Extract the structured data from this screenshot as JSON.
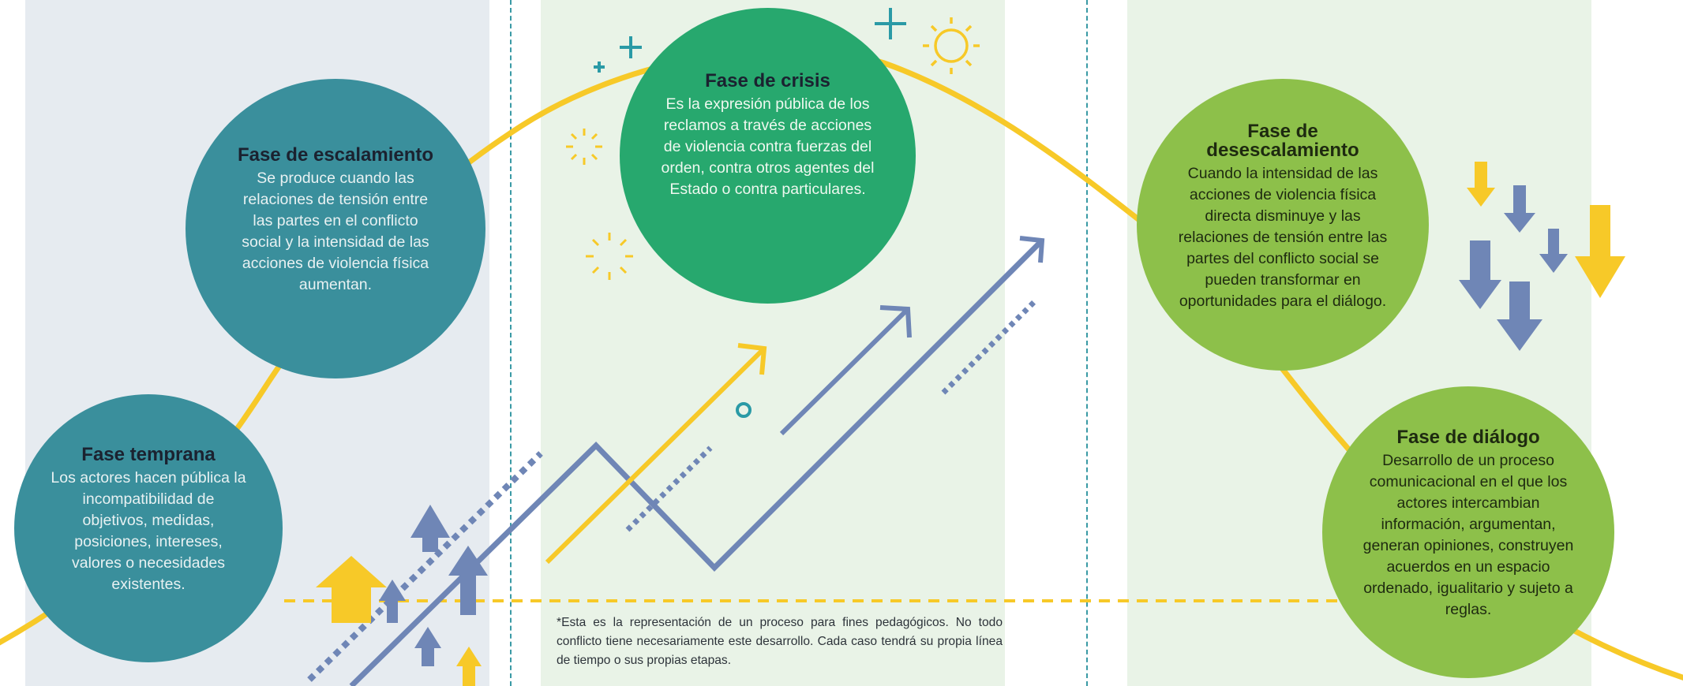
{
  "phases": {
    "temprana": {
      "title": "Fase temprana",
      "body": "Los actores hacen pública la incompatibilidad de objetivos, medidas, posiciones, intereses, valores o necesidades existentes."
    },
    "escalamiento": {
      "title": "Fase de escalamiento",
      "body": "Se produce cuando las relaciones de tensión entre las partes en el conflicto social y la intensidad de las acciones de violencia física aumentan."
    },
    "crisis": {
      "title": "Fase de crisis",
      "body": "Es la expresión pública de los reclamos a través de acciones de violencia contra fuerzas del orden, contra otros agentes del Estado o contra particulares."
    },
    "desescalamiento": {
      "title": "Fase de desescalamiento",
      "body": "Cuando la intensidad de las acciones de violencia física directa disminuye y las relaciones de tensión entre las partes del conflicto social se pueden transformar en oportunidades para el diálogo."
    },
    "dialogo": {
      "title": "Fase de diálogo",
      "body": "Desarrollo de un proceso comunicacional en el que los actores intercambian información, argumentan, generan opiniones, construyen acuerdos en un espacio ordenado, igualitario y sujeto a reglas."
    }
  },
  "footnote": "*Esta es la representación de un proceso para fines pedagógicos. No todo conflicto tiene necesariamente este desarrollo. Cada caso tendrá su propia línea de tiempo o sus propias etapas.",
  "colors": {
    "band_blue": "#e6ebf0",
    "band_green": "#e9f3e7",
    "curve_yellow": "#f7c928",
    "arrow_blue": "#6f86b6",
    "circle_teal": "#3a8f9c",
    "circle_green": "#27a86e",
    "circle_lime": "#8dc04a",
    "accent_teal": "#2a9aa6"
  }
}
